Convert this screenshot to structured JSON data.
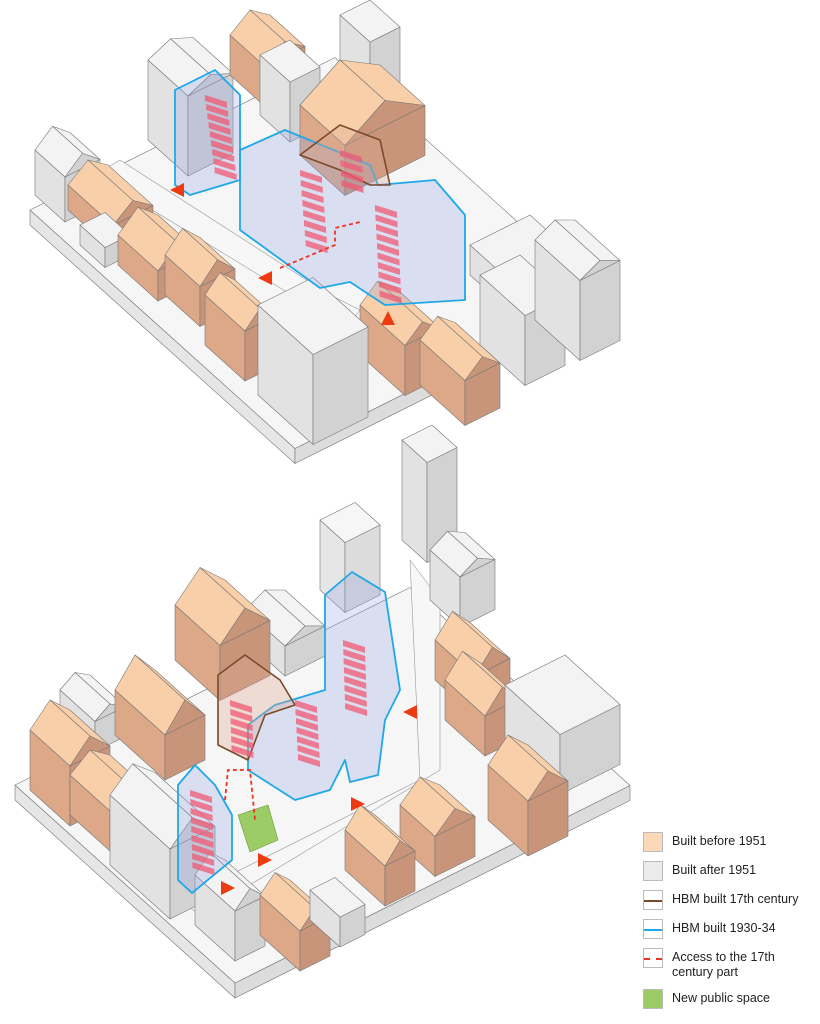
{
  "legend": {
    "items": [
      {
        "label": "Built before 1951",
        "kind": "fill",
        "color": "#fbd9b8"
      },
      {
        "label": "Built after 1951",
        "kind": "fill",
        "color": "#ececec"
      },
      {
        "label": "HBM built 17th century",
        "kind": "line",
        "color": "#7a4a2a"
      },
      {
        "label": "HBM built 1930-34",
        "kind": "line",
        "color": "#1fa8e8"
      },
      {
        "label": "Access to the 17th century part",
        "kind": "dashed",
        "color": "#ee3322"
      },
      {
        "label": "New public space",
        "kind": "fill",
        "color": "#9ccc65"
      }
    ]
  },
  "colors": {
    "tan_top": "#f8cfa8",
    "tan_left": "#dca887",
    "tan_right": "#c9957a",
    "grey_top": "#f3f3f3",
    "grey_left": "#e2e2e2",
    "grey_right": "#d2d2d2",
    "glass": "#8fa3e6",
    "hbm_1930": "#1fa8e8",
    "hbm_17": "#7a4a2a",
    "stairs": "#f0647a",
    "arrow": "#ee3a10",
    "public_space": "#9ccc65"
  }
}
